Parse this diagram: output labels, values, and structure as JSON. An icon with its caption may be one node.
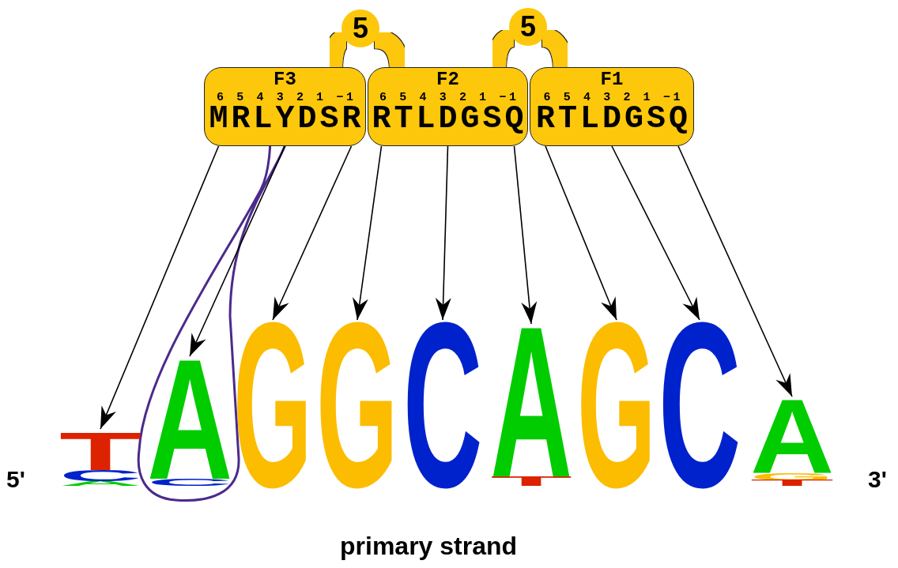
{
  "diagram": {
    "nodes": [
      {
        "text": [
          "5"
        ]
      },
      {
        "text": [
          "5"
        ]
      },
      {
        "text": [
          "F3",
          "6 5 4 3 2 1 −1",
          "MRLYDSR"
        ]
      },
      {
        "text": [
          "F2",
          "6 5 4 3 2 1 −1",
          "RTLDGSQ"
        ]
      },
      {
        "text": [
          "F1",
          "6 5 4 3 2 1 −1",
          "RTLDGSQ"
        ]
      },
      {
        "text": [
          "T",
          "C",
          "A"
        ]
      },
      {
        "text": [
          "A",
          "C"
        ]
      },
      {
        "text": [
          "G"
        ]
      },
      {
        "text": [
          "G"
        ]
      },
      {
        "text": [
          "C"
        ]
      },
      {
        "text": [
          "A",
          "T"
        ]
      },
      {
        "text": [
          "G"
        ]
      },
      {
        "text": [
          "C"
        ]
      },
      {
        "text": [
          "A",
          "G",
          "T"
        ]
      }
    ],
    "edges": [
      {
        "from": 2,
        "to": 5,
        "arrow": "to"
      },
      {
        "from": 2,
        "to": 6,
        "arrow": "to"
      },
      {
        "from": 2,
        "to": 7,
        "arrow": "to"
      },
      {
        "from": 3,
        "to": 8,
        "arrow": "to"
      },
      {
        "from": 3,
        "to": 9,
        "arrow": "to"
      },
      {
        "from": 3,
        "to": 10,
        "arrow": "to"
      },
      {
        "from": 4,
        "to": 11,
        "arrow": "to"
      },
      {
        "from": 4,
        "to": 12,
        "arrow": "to"
      },
      {
        "from": 4,
        "to": 13,
        "arrow": "to"
      },
      {
        "from": 2,
        "to": 0,
        "arrow": "none",
        "style": "thick",
        "color": "#fdc70c"
      },
      {
        "from": 0,
        "to": 3,
        "arrow": "none",
        "style": "thick",
        "color": "#fdc70c"
      },
      {
        "from": 3,
        "to": 1,
        "arrow": "none",
        "style": "thick",
        "color": "#fdc70c"
      },
      {
        "from": 1,
        "to": 4,
        "arrow": "none",
        "style": "thick",
        "color": "#fdc70c"
      }
    ],
    "labels": [
      "5'",
      "3'",
      "primary strand"
    ]
  }
}
